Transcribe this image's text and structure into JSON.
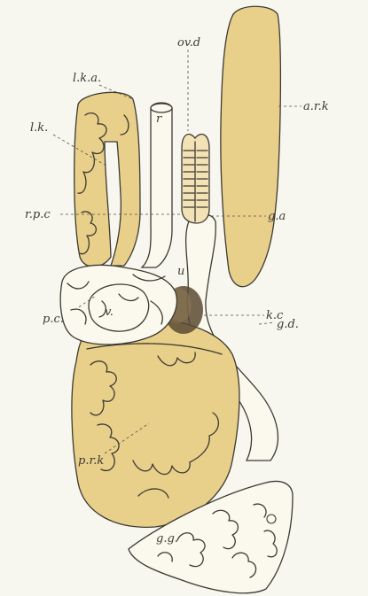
{
  "labels": {
    "ovd": "ov.d",
    "lka": "l.k.a.",
    "lk": "l.k.",
    "ark": "a.r.k",
    "r": "r",
    "rpc": "r.p.c",
    "ga": "g.a",
    "v": "v.",
    "u": "u",
    "pc": "p.c.",
    "kc": "k.c",
    "gd": "g.d.",
    "prk": "p.r.k",
    "gg": "g.g."
  },
  "colors": {
    "organ_fill": "#e8cf8a",
    "background": "#f7f6ef",
    "ink": "#3d3a32"
  }
}
